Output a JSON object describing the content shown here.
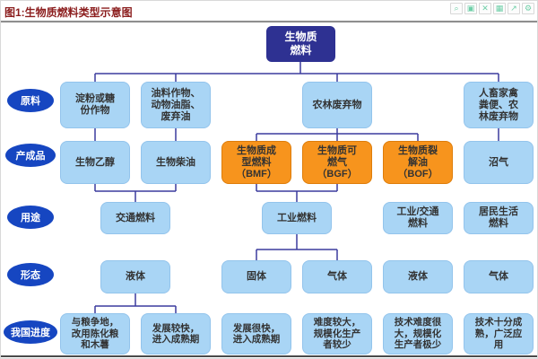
{
  "title": "图1:生物质燃料类型示意图",
  "toolbar": {
    "icons": [
      {
        "name": "zoom-icon",
        "glyph": "⌕"
      },
      {
        "name": "save-icon",
        "glyph": "▣"
      },
      {
        "name": "close-icon",
        "glyph": "✕"
      },
      {
        "name": "image-icon",
        "glyph": "▦"
      },
      {
        "name": "export-icon",
        "glyph": "↗"
      },
      {
        "name": "settings-icon",
        "glyph": "⚙"
      }
    ]
  },
  "colors": {
    "root_box": "#2e3192",
    "blue_box": "#a9d5f5",
    "orange_box": "#f7941d",
    "connector": "#3b3b9d",
    "row_label": "#1646c1",
    "title_text": "#8b1d1d"
  },
  "root_label": "生物质\n燃料",
  "row_labels": [
    "原料",
    "产成品",
    "用途",
    "形态",
    "我国进度"
  ],
  "raw_materials": [
    "淀粉或糖\n份作物",
    "油料作物、\n动物油脂、\n废弃油",
    "农林废弃物",
    "人畜家禽\n粪便、农\n林废弃物"
  ],
  "products": [
    "生物乙醇",
    "生物柴油",
    "生物质成\n型燃料\n（BMF）",
    "生物质可\n燃气\n（BGF）",
    "生物质裂\n解油\n（BOF）",
    "沼气"
  ],
  "uses": [
    "交通燃料",
    "工业燃料",
    "工业/交通\n燃料",
    "居民生活\n燃料"
  ],
  "forms": [
    "液体",
    "固体",
    "气体",
    "液体",
    "气体"
  ],
  "progress": [
    "与粮争地，\n改用陈化粮\n和木薯",
    "发展较快，\n进入成熟期",
    "发展很快，\n进入成熟期",
    "难度较大，\n规模化生产\n者较少",
    "技术难度很\n大，规模化\n生产者极少",
    "技术十分成\n熟，广泛应\n用"
  ]
}
